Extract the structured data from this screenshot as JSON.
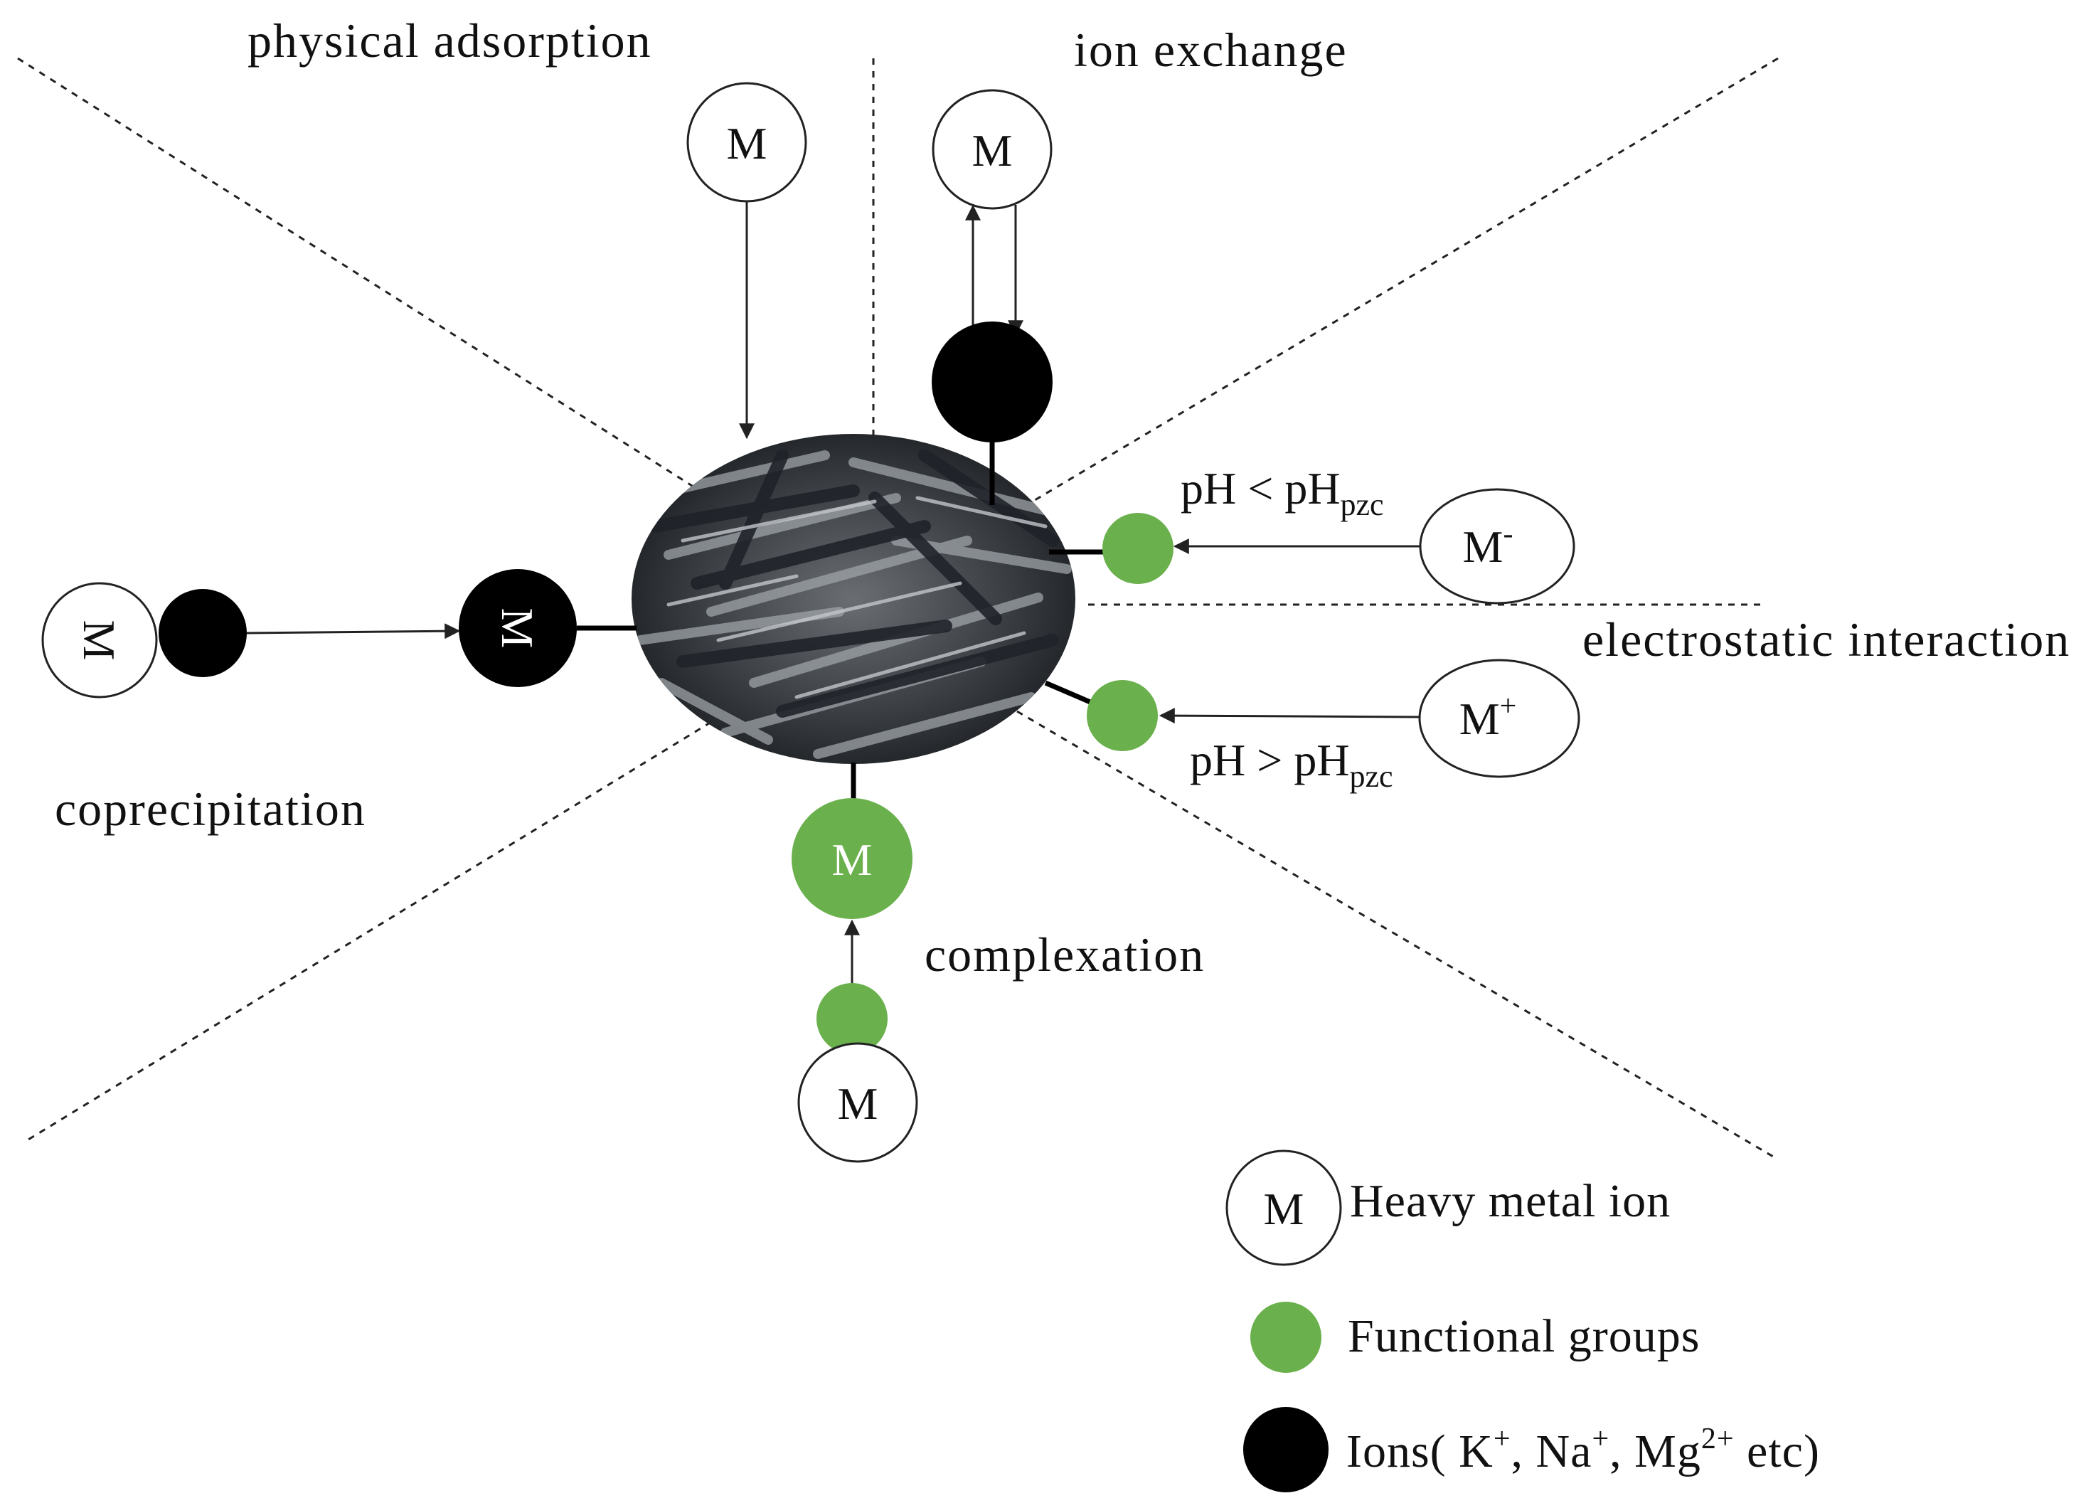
{
  "sections": {
    "physical_adsorption": "physical  adsorption",
    "ion_exchange": "ion exchange",
    "electrostatic_interaction": "electrostatic  interaction",
    "coprecipitation": "coprecipitation",
    "complexation": "complexation"
  },
  "metal_symbol": "M",
  "electrostatic": {
    "cond_low": {
      "base": "pH < pH",
      "sub": "pzc"
    },
    "cond_high": {
      "base": "pH > pH",
      "sub": "pzc"
    },
    "anion": {
      "base": "M",
      "sup": "-"
    },
    "cation": {
      "base": "M",
      "sup": "+"
    }
  },
  "legend": {
    "heavy_metal": "Heavy  metal  ion",
    "functional_groups": "Functional  groups",
    "ions": {
      "prefix": "Ions( K",
      "k_sup": "+",
      "na": ", Na",
      "na_sup": "+",
      "mg": ", Mg",
      "mg_sup": "2+",
      "suffix": " etc)"
    }
  },
  "colors": {
    "green": "#6ab04c",
    "black": "#000000",
    "line": "#222222"
  }
}
